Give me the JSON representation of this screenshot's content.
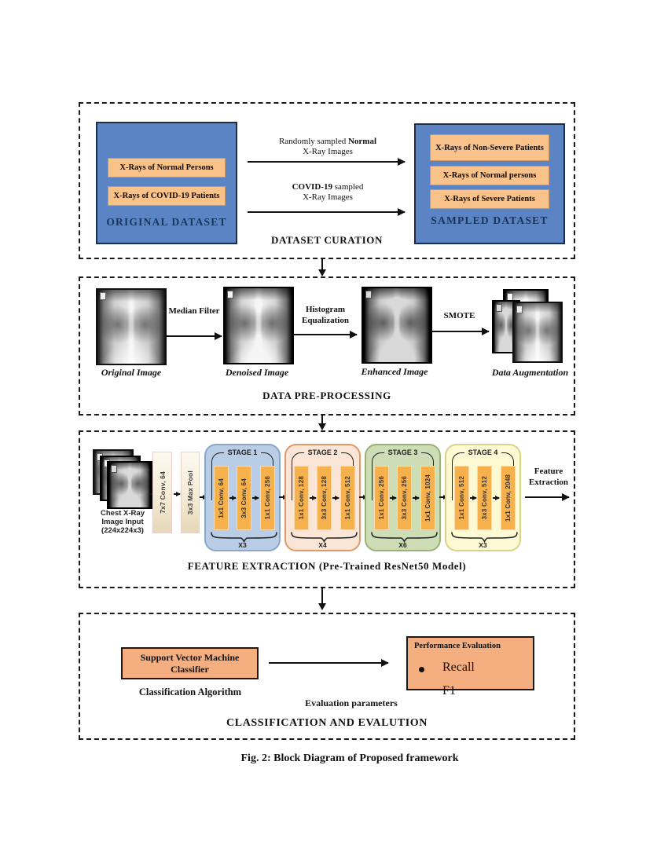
{
  "figure": {
    "caption": "Fig. 2: Block Diagram of Proposed framework"
  },
  "curation": {
    "label": "DATASET CURATION",
    "original": {
      "title": "ORIGINAL DATASET",
      "chips": [
        "X-Rays of Normal Persons",
        "X-Rays of COVID-19 Patients"
      ]
    },
    "sampled": {
      "title": "SAMPLED DATASET",
      "chips": [
        "X-Rays of Non-Severe Patients",
        "X-Rays of Normal persons",
        "X-Rays of Severe Patients"
      ]
    },
    "flow1": {
      "pre": "Randomly sampled ",
      "bold": "Normal",
      "line2": "X-Ray Images"
    },
    "flow2": {
      "bold": "COVID-19",
      "post": " sampled",
      "line2": "X-Ray Images"
    }
  },
  "preprocessing": {
    "label": "DATA PRE-PROCESSING",
    "images": [
      "Original Image",
      "Denoised Image",
      "Enhanced Image",
      "Data Augmentation"
    ],
    "arrows": [
      "Median Filter",
      "Histogram Equalization",
      "SMOTE"
    ]
  },
  "feature_extraction": {
    "label": "FEATURE EXTRACTION (Pre-Trained ResNet50 Model)",
    "input_lines": [
      "Chest X-Ray",
      "Image Input",
      "(224x224x3)"
    ],
    "stem": [
      "7x7 Conv, 64",
      "3x3 Max Pool"
    ],
    "stages": [
      {
        "label": "STAGE 1",
        "convs": [
          "1x1 Conv, 64",
          "3x3 Conv, 64",
          "1x1 Conv, 256"
        ],
        "repeat": "X3",
        "bg": "#b9cde6"
      },
      {
        "label": "STAGE 2",
        "convs": [
          "1x1 Conv, 128",
          "3x3 Conv, 128",
          "1x1 Conv, 512"
        ],
        "repeat": "X4",
        "bg": "#fbe5d6"
      },
      {
        "label": "STAGE 3",
        "convs": [
          "1x1 Conv, 256",
          "3x3 Conv, 256",
          "1x1 Conv, 1024"
        ],
        "repeat": "X6",
        "bg": "#cdddb5"
      },
      {
        "label": "STAGE 4",
        "convs": [
          "1x1 Conv, 512",
          "3x3 Conv, 512",
          "1x1 Conv, 2048"
        ],
        "repeat": "X3",
        "bg": "#fdfad3"
      }
    ],
    "output_label": "Feature Extraction"
  },
  "classification": {
    "label": "CLASSIFICATION AND EVALUTION",
    "svm": "Support Vector Machine Classifier",
    "svm_caption": "Classification Algorithm",
    "arrow_caption": "Evaluation parameters",
    "performance": {
      "title": "Performance Evaluation",
      "bullets": [
        "Recall",
        "F1"
      ]
    }
  },
  "colors": {
    "dataset_box_blue": "#5b84c4",
    "chip_orange": "#f9c28b",
    "panel_orange": "#f4ae7f",
    "conv_bar_orange": "#f6b04c",
    "stage1_bg": "#b9cde6",
    "stage2_bg": "#fbe5d6",
    "stage3_bg": "#cdddb5",
    "stage4_bg": "#fdfad3",
    "dataset_title_navy": "#17365d"
  }
}
